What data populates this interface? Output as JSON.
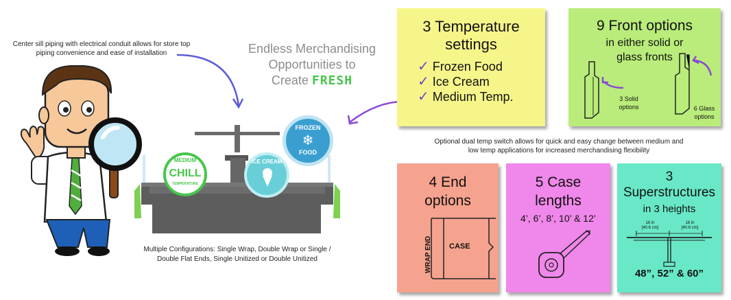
{
  "colors": {
    "yellow_note": "#f6f58a",
    "green_note": "#b9ec7a",
    "salmon_note": "#f5a28e",
    "pink_note": "#f087ea",
    "teal_note": "#68e8c6",
    "fresh_green": "#47c64b",
    "accent_purple": "#8a4ad6",
    "icon_teal": "#4fc6d6"
  },
  "left": {
    "sill_note": "Center sill piping with electrical conduit allows for store top piping convenience and ease of installation",
    "headline_line1": "Endless Merchandising",
    "headline_line2": "Opportunities to",
    "headline_line3_prefix": "Create",
    "headline_fresh": "FRESH",
    "config_note": "Multiple Configurations: Single Wrap, Double Wrap or Single / Double Flat Ends, Single Unitized or Double Unitized"
  },
  "badges": {
    "medium_top": "MEDIUM",
    "medium_center": "CHILL",
    "medium_bottom": "TEMPERATURE",
    "ice_cream": "ICE CREAM",
    "frozen_top": "FROZEN",
    "frozen_bottom": "FOOD"
  },
  "temp_note": {
    "title_line1": "3 Temperature",
    "title_line2": "settings",
    "items": [
      "Frozen Food",
      "Ice Cream",
      "Medium Temp."
    ]
  },
  "front_note": {
    "title": "9 Front options",
    "subtitle_line1": "in either solid or",
    "subtitle_line2": "glass fronts",
    "solid_label_line1": "3 Solid",
    "solid_label_line2": "options",
    "glass_label_line1": "6 Glass",
    "glass_label_line2": "options"
  },
  "dual_temp_note": "Optional dual temp switch allows for quick and easy change between medium and low temp applications for increased merchandising flexibility",
  "end_note": {
    "title_line1": "4 End",
    "title_line2": "options",
    "wrap_end": "WRAP END",
    "case": "CASE"
  },
  "length_note": {
    "title_line1": "5 Case",
    "title_line2": "lengths",
    "lengths": "4’, 6’, 8’, 10’ & 12’"
  },
  "super_note": {
    "title_line1": "3",
    "title_line2": "Superstructures",
    "title_line3": "in 3 heights",
    "dim_left_in": "16 in",
    "dim_left_cm": "[40.6 cm]",
    "dim_right_in": "16 in",
    "dim_right_cm": "[40.6 cm]",
    "heights": "48”, 52” & 60”"
  }
}
